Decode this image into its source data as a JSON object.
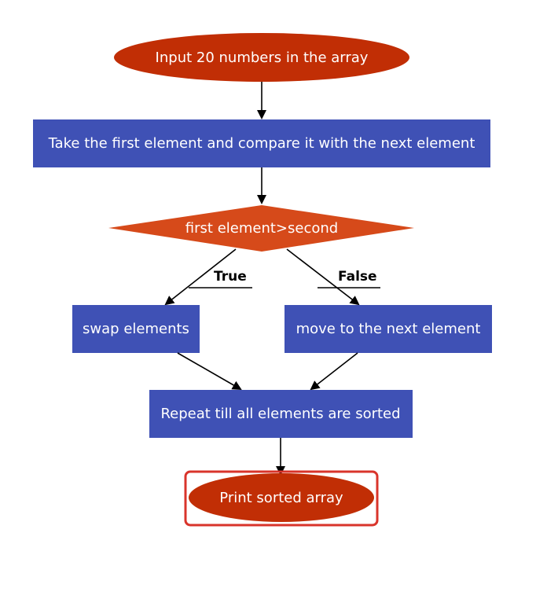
{
  "nodes": {
    "start": {
      "label": "Input 20 numbers in the array"
    },
    "compare_step": {
      "label": "Take the first element and compare it with the next element"
    },
    "decision": {
      "label": "first element>second"
    },
    "swap": {
      "label": "swap elements"
    },
    "move_next": {
      "label": "move to the next element"
    },
    "repeat": {
      "label": "Repeat till all elements are sorted"
    },
    "end": {
      "label": "Print sorted array"
    }
  },
  "edges": {
    "true_label": "True",
    "false_label": "False"
  },
  "colors": {
    "terminal": "#c12e05",
    "process": "#3f51b5",
    "decision": "#d64a1a",
    "highlight": "#d9342b"
  }
}
